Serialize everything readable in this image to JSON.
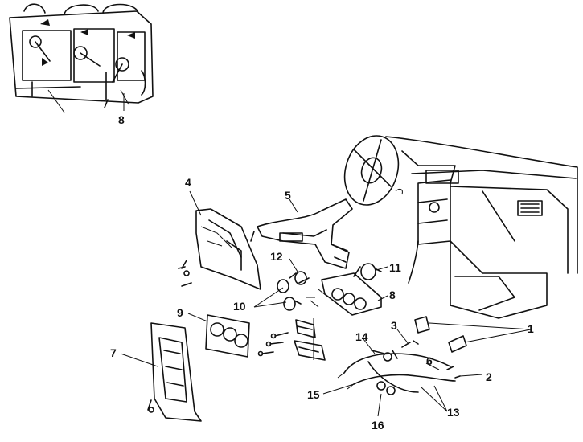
{
  "callouts": [
    {
      "id": "c1",
      "text": "1"
    },
    {
      "id": "c2",
      "text": "2"
    },
    {
      "id": "c3",
      "text": "3"
    },
    {
      "id": "c4",
      "text": "4"
    },
    {
      "id": "c5",
      "text": "5"
    },
    {
      "id": "c6",
      "text": "6"
    },
    {
      "id": "c7",
      "text": "7"
    },
    {
      "id": "c8a",
      "text": "8"
    },
    {
      "id": "c8b",
      "text": "8"
    },
    {
      "id": "c9",
      "text": "9"
    },
    {
      "id": "c10",
      "text": "10"
    },
    {
      "id": "c11",
      "text": "11"
    },
    {
      "id": "c12",
      "text": "12"
    },
    {
      "id": "c13",
      "text": "13"
    },
    {
      "id": "c14",
      "text": "14"
    },
    {
      "id": "c15",
      "text": "15"
    },
    {
      "id": "c16",
      "text": "16"
    }
  ]
}
